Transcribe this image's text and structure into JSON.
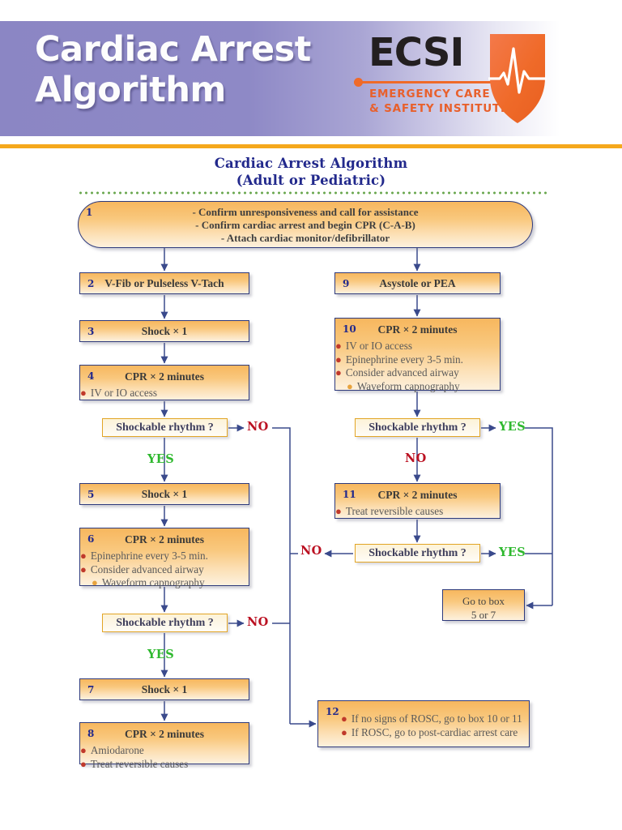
{
  "header": {
    "title": "Cardiac Arrest\nAlgorithm",
    "band_color": "#8b86c4",
    "divider_color": "#f5a81c"
  },
  "logo": {
    "wordmark": "ECSI",
    "subtitle_line1": "EMERGENCY CARE",
    "subtitle_line2": "& SAFETY INSTITUTE",
    "accent_color": "#ef6a29",
    "shield_icon": "shield-ecg-icon"
  },
  "chart_title": "Cardiac Arrest Algorithm\n(Adult or Pediatric)",
  "chart_data": {
    "type": "diagram",
    "title": "Cardiac Arrest Algorithm (Adult or Pediatric)",
    "nodes": [
      {
        "id": "1",
        "number": "1",
        "shape": "rounded-rect",
        "text": "- Confirm unresponsiveness and call for assistance\n- Confirm cardiac arrest and begin CPR (C-A-B)\n- Attach cardiac monitor/defibrillator"
      },
      {
        "id": "2",
        "number": "2",
        "shape": "rect",
        "heading": "V-Fib or Pulseless V-Tach",
        "bullets": []
      },
      {
        "id": "3",
        "number": "3",
        "shape": "rect",
        "heading": "Shock × 1",
        "bullets": []
      },
      {
        "id": "4",
        "number": "4",
        "shape": "rect",
        "heading": "CPR × 2 minutes",
        "bullets": [
          "IV or IO access"
        ]
      },
      {
        "id": "5",
        "number": "5",
        "shape": "rect",
        "heading": "Shock × 1",
        "bullets": []
      },
      {
        "id": "6",
        "number": "6",
        "shape": "rect",
        "heading": "CPR × 2 minutes",
        "bullets": [
          "Epinephrine every 3-5 min.",
          "Consider advanced airway"
        ],
        "sub_bullets": [
          "Waveform capnography"
        ]
      },
      {
        "id": "7",
        "number": "7",
        "shape": "rect",
        "heading": "Shock × 1",
        "bullets": []
      },
      {
        "id": "8",
        "number": "8",
        "shape": "rect",
        "heading": "CPR × 2 minutes",
        "bullets": [
          "Amiodarone",
          "Treat reversible causes"
        ]
      },
      {
        "id": "9",
        "number": "9",
        "shape": "rect",
        "heading": "Asystole or PEA",
        "bullets": []
      },
      {
        "id": "10",
        "number": "10",
        "shape": "rect",
        "heading": "CPR × 2 minutes",
        "bullets": [
          "IV or IO access",
          "Epinephrine every 3-5 min.",
          "Consider advanced airway"
        ],
        "sub_bullets": [
          "Waveform capnography"
        ]
      },
      {
        "id": "11",
        "number": "11",
        "shape": "rect",
        "heading": "CPR × 2 minutes",
        "bullets": [
          "Treat reversible causes"
        ]
      },
      {
        "id": "12",
        "number": "12",
        "shape": "rect",
        "heading": "",
        "bullets": [
          "If no signs of ROSC, go to box 10 or 11",
          "If ROSC, go to post-cardiac arrest care"
        ]
      },
      {
        "id": "goto",
        "number": "",
        "shape": "rect",
        "text": "Go to box\n5 or 7"
      }
    ],
    "decisions": [
      {
        "id": "dec1",
        "text": "Shockable rhythm ?"
      },
      {
        "id": "dec2",
        "text": "Shockable rhythm ?"
      },
      {
        "id": "dec3",
        "text": "Shockable rhythm ?"
      },
      {
        "id": "dec4",
        "text": "Shockable rhythm ?"
      }
    ],
    "edge_labels": {
      "no": "NO",
      "yes": "YES"
    },
    "edges": [
      {
        "from": "1",
        "to": "2"
      },
      {
        "from": "1",
        "to": "9"
      },
      {
        "from": "2",
        "to": "3"
      },
      {
        "from": "3",
        "to": "4"
      },
      {
        "from": "4",
        "to": "dec1"
      },
      {
        "from": "dec1",
        "to": "5",
        "label": "YES"
      },
      {
        "from": "dec1",
        "to": "12",
        "label": "NO"
      },
      {
        "from": "5",
        "to": "6"
      },
      {
        "from": "6",
        "to": "dec3"
      },
      {
        "from": "dec3",
        "to": "7",
        "label": "YES"
      },
      {
        "from": "dec3",
        "to": "12",
        "label": "NO"
      },
      {
        "from": "7",
        "to": "8"
      },
      {
        "from": "9",
        "to": "10"
      },
      {
        "from": "10",
        "to": "dec2"
      },
      {
        "from": "dec2",
        "to": "11",
        "label": "NO"
      },
      {
        "from": "dec2",
        "to": "goto",
        "label": "YES"
      },
      {
        "from": "11",
        "to": "dec4"
      },
      {
        "from": "dec4",
        "to": "12",
        "label": "NO"
      },
      {
        "from": "dec4",
        "to": "goto",
        "label": "YES"
      }
    ],
    "colors": {
      "box_fill_top": "#f7b75e",
      "box_fill_bottom": "#fdf1de",
      "box_border": "#2e3a7c",
      "decision_border": "#e2a526",
      "connector": "#3a4a8c",
      "label_no": "#bb1122",
      "label_yes": "#2eb82e",
      "title": "#22298c",
      "dotted_rule": "#6aa84f"
    }
  }
}
